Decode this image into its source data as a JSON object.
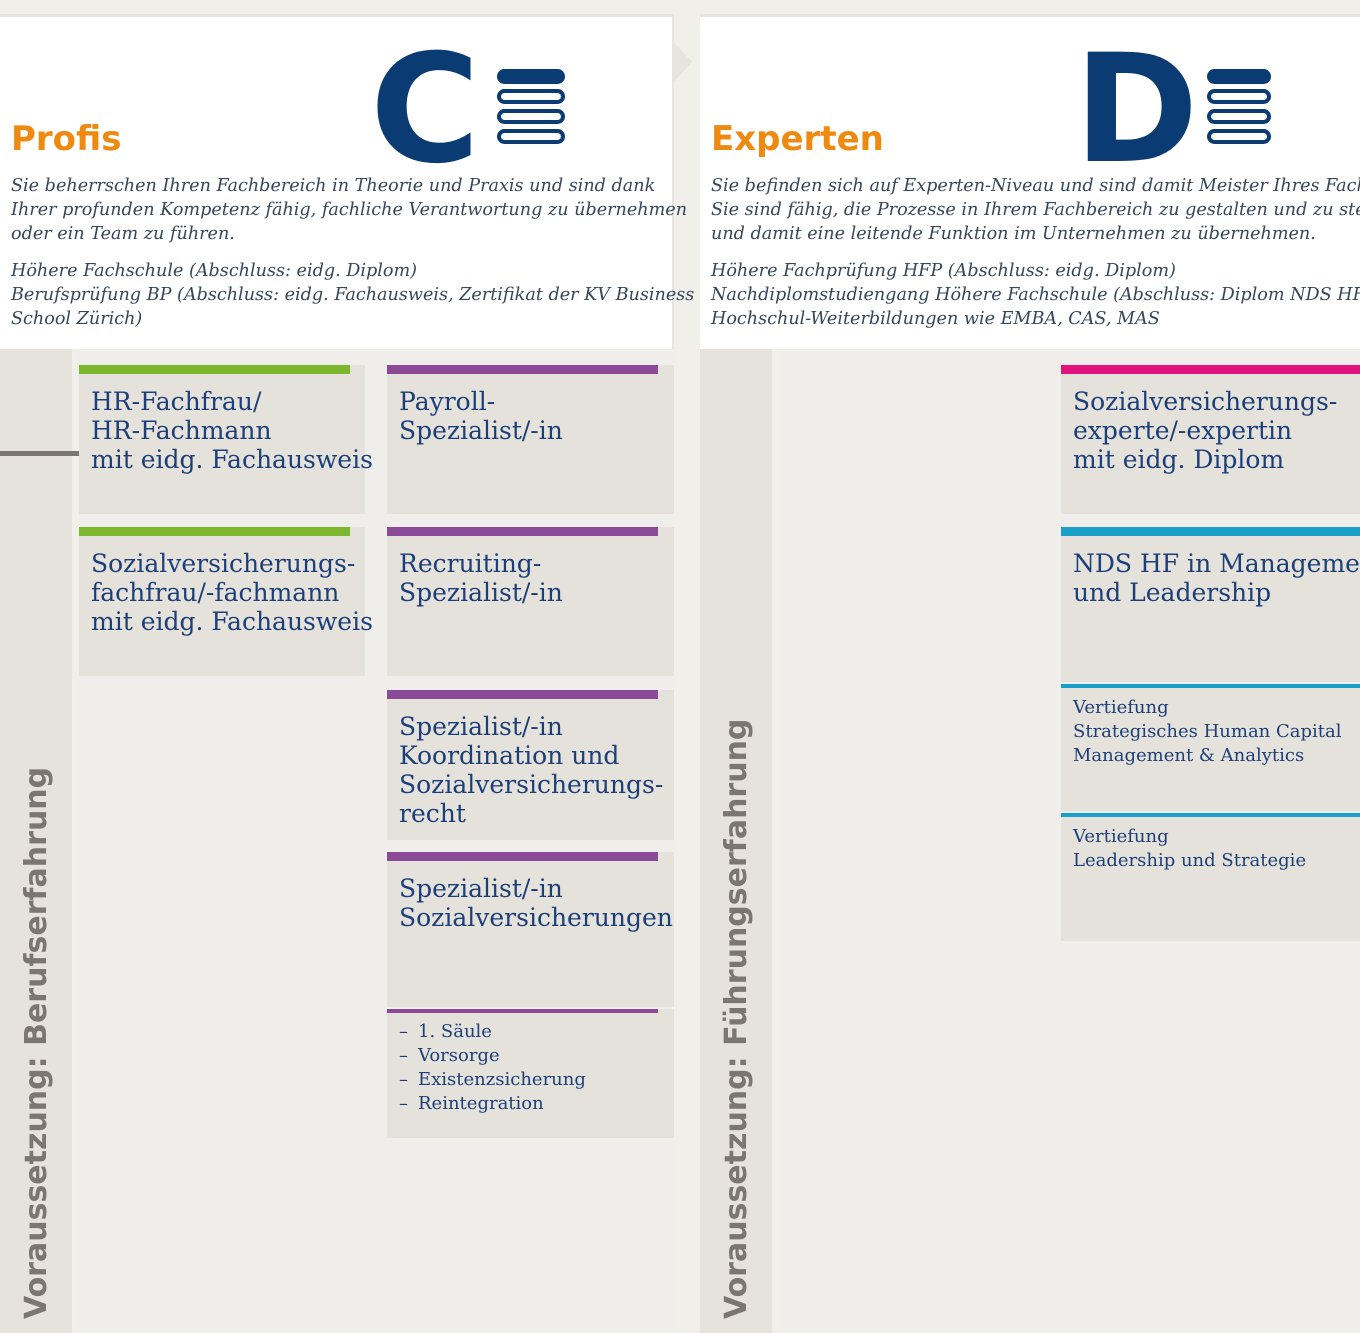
{
  "colors": {
    "orange": "#ef8a10",
    "navy": "#0a3b73",
    "green": "#7cb72e",
    "purple": "#8b4a97",
    "magenta": "#e2137d",
    "cyan": "#1a9fc9"
  },
  "column_c": {
    "letter": "C",
    "title": "Profis",
    "description": [
      "Sie beherrschen Ihren Fachbereich in Theorie und Praxis und sind dank",
      "Ihrer profunden Kompetenz fähig, fachliche Verantwortung zu übernehmen",
      "oder ein Team zu führen."
    ],
    "qualifications": [
      "Höhere Fachschule (Abschluss: eidg. Diplom)",
      "Berufsprüfung BP (Abschluss: eidg. Fachausweis, Zertifikat der KV Business",
      "School Zürich)"
    ],
    "rail_label": "Voraussetzung: Berufserfahrung",
    "cards": [
      {
        "lines": [
          "HR-Fachfrau/",
          "HR-Fachmann",
          "mit eidg. Fachausweis"
        ]
      },
      {
        "lines": [
          "Payroll-",
          "Spezialist/-in"
        ]
      },
      {
        "lines": [
          "Sozialversicherungs-",
          "fachfrau/-fachmann",
          "mit eidg. Fachausweis"
        ]
      },
      {
        "lines": [
          "Recruiting-",
          "Spezialist/-in"
        ]
      },
      {
        "lines": [
          "Spezialist/-in",
          "Koordination und",
          "Sozialversicherungs-",
          "recht"
        ]
      },
      {
        "lines": [
          "Spezialist/-in",
          "Sozialversicherungen"
        ]
      }
    ],
    "sub_list": [
      "1. Säule",
      "Vorsorge",
      "Existenzsicherung",
      "Reintegration"
    ]
  },
  "column_d": {
    "letter": "D",
    "title": "Experten",
    "description": [
      "Sie befinden sich auf Experten-Niveau und sind damit Meister Ihres Fachs.",
      "Sie sind fähig, die Prozesse in Ihrem Fachbereich zu gestalten und zu steuern",
      "und damit eine leitende Funktion im Unternehmen zu übernehmen."
    ],
    "qualifications": [
      "Höhere Fachprüfung HFP (Abschluss: eidg. Diplom)",
      "Nachdiplomstudiengang Höhere Fachschule (Abschluss: Diplom NDS HF)",
      "Hochschul-Weiterbildungen wie EMBA, CAS, MAS"
    ],
    "rail_label": "Voraussetzung: Führungserfahrung",
    "cards": [
      {
        "lines": [
          "Sozialversicherungs-",
          "experte/-expertin",
          "mit eidg. Diplom"
        ]
      },
      {
        "lines": [
          "NDS HF in Management",
          "und Leadership"
        ]
      }
    ],
    "vertiefungen": [
      {
        "lines": [
          "Vertiefung",
          "Strategisches Human Capital",
          "Management & Analytics"
        ]
      },
      {
        "lines": [
          "Vertiefung",
          "Leadership und Strategie"
        ]
      }
    ]
  }
}
